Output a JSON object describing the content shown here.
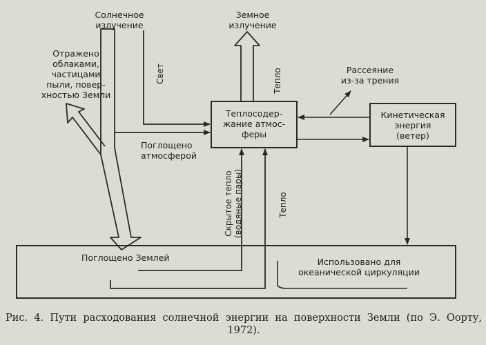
{
  "labels": {
    "solar_radiation": "Солнечное\nизлучение",
    "earth_radiation": "Земное\nизлучение",
    "reflected": "Отражено\nоблаками,\nчастицами\nпыли, повер-\nхностью Земли",
    "light": "Свет",
    "heat_up": "Тепло",
    "dissipation": "Рассеяние\nиз-за трения",
    "atmosphere_heat": "Теплосодер-\nжание атмос-\nферы",
    "kinetic_energy": "Кинетическая\nэнергия\n(ветер)",
    "absorbed_atmosphere": "Поглощено\nатмосферой",
    "latent_heat": "Скрытое тепло\n(водяные пары)",
    "heat_surface": "Тепло",
    "absorbed_earth": "Поглощено Землей",
    "ocean_use": "Использовано для\nокеанической циркуляции"
  },
  "caption": "Рис. 4. Пути расходования солнечной энергии на поверхности Земли (по Э. Оорту, 1972)."
}
